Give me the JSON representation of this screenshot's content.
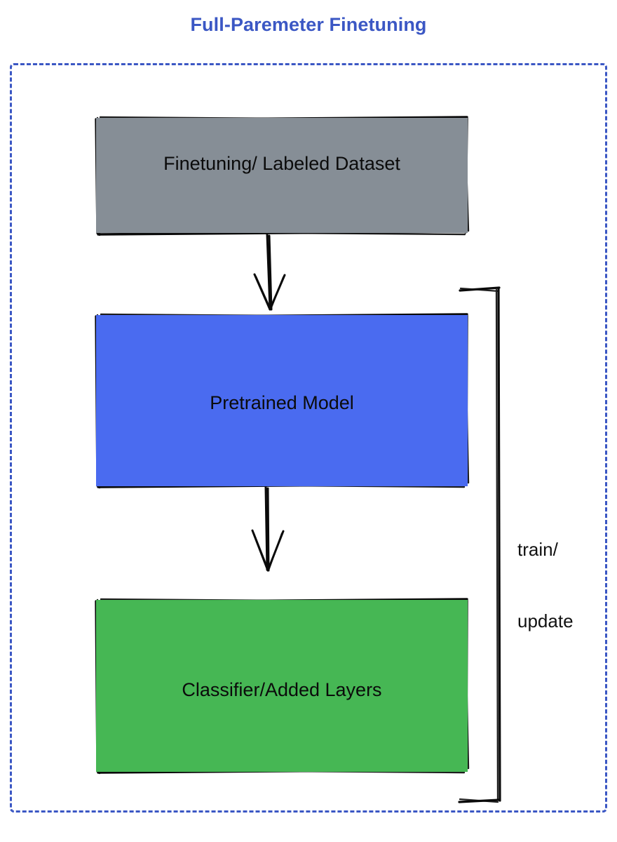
{
  "diagram": {
    "title": "Full-Paremeter Finetuning",
    "title_color": "#3b57c4",
    "frame": {
      "style": "dashed",
      "color": "#3b57c4"
    },
    "nodes": [
      {
        "id": "dataset",
        "label": "Finetuning/ Labeled Dataset",
        "fill": "#868e96",
        "stroke": "#000000",
        "shape": "rectangle"
      },
      {
        "id": "pretrained",
        "label": "Pretrained Model",
        "fill": "#4a6bf0",
        "stroke": "#000000",
        "shape": "rectangle"
      },
      {
        "id": "classifier",
        "label": "Classifier/Added Layers",
        "fill": "#46b754",
        "stroke": "#000000",
        "shape": "rectangle"
      }
    ],
    "edges": [
      {
        "id": "dataset-to-pretrained",
        "from": "dataset",
        "to": "pretrained",
        "label": "",
        "arrow": "down"
      },
      {
        "id": "pretrained-to-classifier",
        "from": "pretrained",
        "to": "classifier",
        "label": "",
        "arrow": "down"
      },
      {
        "id": "feedback-loop",
        "from": "classifier",
        "to": "pretrained",
        "label_line1": "train/",
        "label_line2": "update",
        "arrow": "none"
      }
    ]
  }
}
